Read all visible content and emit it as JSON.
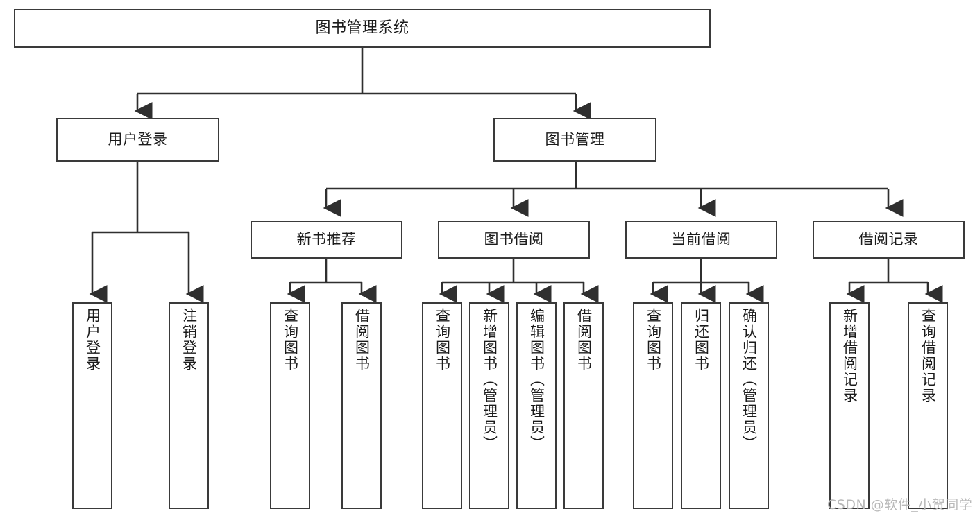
{
  "diagram": {
    "type": "tree",
    "title": "图书管理系统",
    "watermark": "CSDN @软件_小贺同学",
    "colors": {
      "box_border": "#3a3a3a",
      "box_fill": "#ffffff",
      "edge": "#2f2f2f",
      "text": "#1b1b1b",
      "watermark": "#b9b9b9",
      "background": "#ffffff"
    },
    "levels": {
      "root": {
        "label": "图书管理系统"
      },
      "level2": [
        {
          "id": "user-login",
          "label": "用户登录"
        },
        {
          "id": "book-manage",
          "label": "图书管理"
        }
      ],
      "level3": [
        {
          "id": "new-book-recommend",
          "label": "新书推荐",
          "parent": "book-manage"
        },
        {
          "id": "book-borrow",
          "label": "图书借阅",
          "parent": "book-manage"
        },
        {
          "id": "current-borrow",
          "label": "当前借阅",
          "parent": "book-manage"
        },
        {
          "id": "borrow-record",
          "label": "借阅记录",
          "parent": "book-manage"
        }
      ],
      "leaves": [
        {
          "id": "leaf-user-login",
          "label": "用户登录",
          "parent": "user-login"
        },
        {
          "id": "leaf-logout-login",
          "label": "注销登录",
          "parent": "user-login"
        },
        {
          "id": "leaf-query-book-1",
          "label": "查询图书",
          "parent": "new-book-recommend"
        },
        {
          "id": "leaf-borrow-book-1",
          "label": "借阅图书",
          "parent": "new-book-recommend"
        },
        {
          "id": "leaf-query-book-2",
          "label": "查询图书",
          "parent": "book-borrow"
        },
        {
          "id": "leaf-add-book",
          "label": "新增图书（管理员）",
          "parent": "book-borrow"
        },
        {
          "id": "leaf-edit-book",
          "label": "编辑图书（管理员）",
          "parent": "book-borrow"
        },
        {
          "id": "leaf-borrow-book-2",
          "label": "借阅图书",
          "parent": "book-borrow"
        },
        {
          "id": "leaf-query-book-3",
          "label": "查询图书",
          "parent": "current-borrow"
        },
        {
          "id": "leaf-return-book",
          "label": "归还图书",
          "parent": "current-borrow"
        },
        {
          "id": "leaf-confirm-return",
          "label": "确认归还（管理员）",
          "parent": "current-borrow"
        },
        {
          "id": "leaf-add-record",
          "label": "新增借阅记录",
          "parent": "borrow-record"
        },
        {
          "id": "leaf-query-record",
          "label": "查询借阅记录",
          "parent": "borrow-record"
        }
      ]
    }
  }
}
